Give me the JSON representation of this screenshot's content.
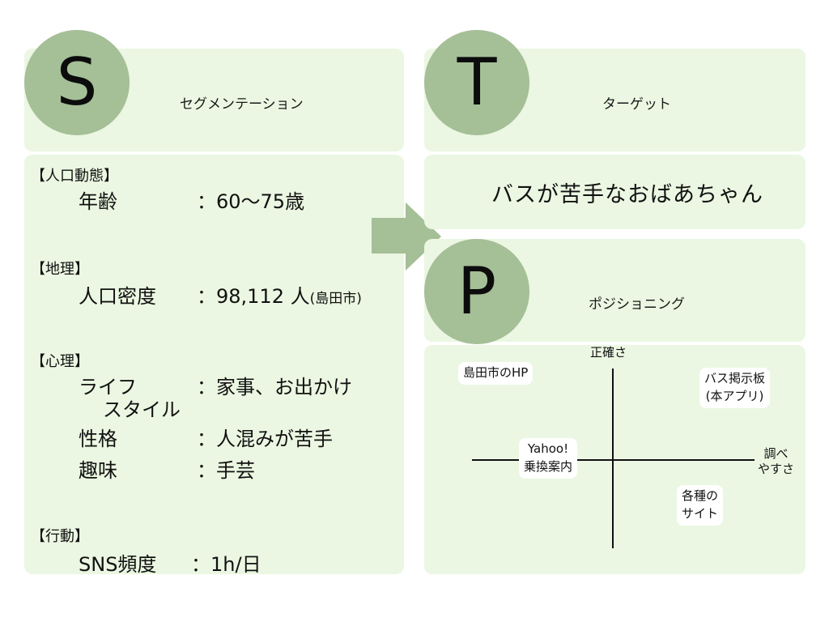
{
  "segmentation": {
    "letter": "S",
    "title": "セグメンテーション",
    "sections": [
      {
        "heading": "【人口動態】",
        "rows": [
          {
            "label": "年齢",
            "value": "：60～75歳"
          }
        ]
      },
      {
        "heading": "【地理】",
        "rows": [
          {
            "label": "人口密度",
            "value": "：98,112 人",
            "note": "(島田市)"
          }
        ]
      },
      {
        "heading": "【心理】",
        "rows": [
          {
            "label": "ライフ",
            "label2": "スタイル",
            "value": "：家事、お出かけ"
          },
          {
            "label": "性格",
            "value": "：人混みが苦手"
          },
          {
            "label": "趣味",
            "value": "：手芸"
          }
        ]
      },
      {
        "heading": "【行動】",
        "rows": [
          {
            "label": "SNS頻度",
            "value": "：1h/日"
          }
        ]
      }
    ]
  },
  "targeting": {
    "letter": "T",
    "title": "ターゲット",
    "text": "バスが苦手なおばあちゃん"
  },
  "positioning": {
    "letter": "P",
    "title": "ポジショニング",
    "axis_y": "正確さ",
    "axis_x_line1": "調べ",
    "axis_x_line2": "やすさ",
    "items": [
      {
        "line1": "島田市のHP",
        "line2": ""
      },
      {
        "line1": "バス掲示板",
        "line2": "(本アプリ)"
      },
      {
        "line1": "Yahoo!",
        "line2": "乗換案内"
      },
      {
        "line1": "各種の",
        "line2": "サイト"
      }
    ]
  },
  "colors": {
    "panel": "#ebf7e2",
    "circle": "#a5bf97",
    "arrow": "#a5bf97"
  }
}
